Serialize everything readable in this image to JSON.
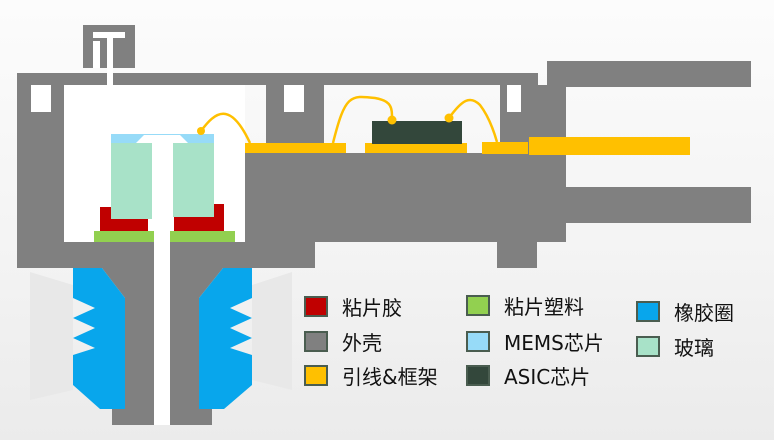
{
  "colors": {
    "housing": "#808080",
    "die_attach_adhesive": "#c00000",
    "die_attach_plastic": "#92d050",
    "rubber_ring": "#08a6ec",
    "mems_chip": "#97dbf8",
    "glass": "#a8e2c8",
    "lead_frame": "#ffc000",
    "asic_chip": "#33473b"
  },
  "legend": [
    {
      "label": "粘片胶",
      "color": "#c00000"
    },
    {
      "label": "外壳",
      "color": "#808080"
    },
    {
      "label": "引线&框架",
      "color": "#ffc000"
    },
    {
      "label": "粘片塑料",
      "color": "#92d050"
    },
    {
      "label": "MEMS芯片",
      "color": "#97dbf8"
    },
    {
      "label": "ASIC芯片",
      "color": "#33473b"
    },
    {
      "label": "橡胶圈",
      "color": "#08a6ec"
    },
    {
      "label": "玻璃",
      "color": "#a8e2c8"
    }
  ]
}
